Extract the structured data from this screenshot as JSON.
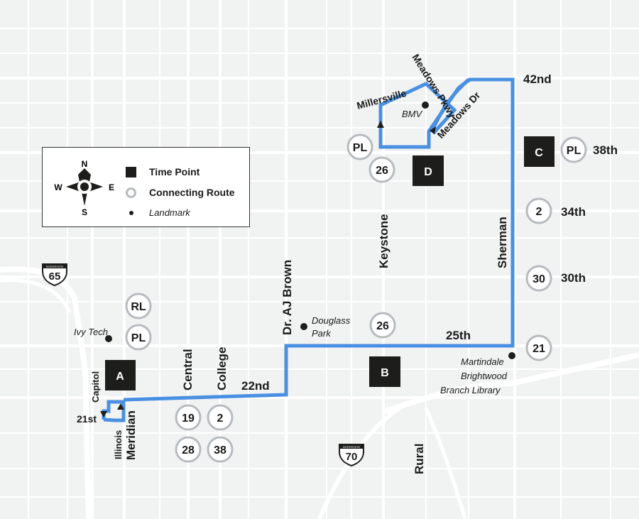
{
  "legend": {
    "compass": {
      "n": "N",
      "s": "S",
      "e": "E",
      "w": "W"
    },
    "time_point": "Time Point",
    "connecting_route": "Connecting Route",
    "landmark": "Landmark"
  },
  "streets": {
    "s42nd": "42nd",
    "s38th": "38th",
    "s34th": "34th",
    "s30th": "30th",
    "s25th": "25th",
    "s22nd": "22nd",
    "s21st": "21st",
    "sherman": "Sherman",
    "keystone": "Keystone",
    "dr_aj_brown": "Dr. AJ Brown",
    "central": "Central",
    "college": "College",
    "capitol": "Capitol",
    "illinois": "Illinois",
    "meridian": "Meridian",
    "rural": "Rural",
    "millersville": "Millersville",
    "meadows_pkwy": "Meadows Pkwy",
    "meadows_dr": "Meadows Dr"
  },
  "time_points": {
    "a": "A",
    "b": "B",
    "c": "C",
    "d": "D"
  },
  "connecting_routes": {
    "rl": "RL",
    "pl_ivy": "PL",
    "r19": "19",
    "r2_college": "2",
    "r28": "28",
    "r38": "38",
    "r26_25th": "26",
    "r21": "21",
    "r30": "30",
    "r2_34th": "2",
    "pl_38th": "PL",
    "pl_d": "PL",
    "r26_d": "26"
  },
  "landmarks": {
    "ivy_tech": "Ivy Tech",
    "douglass_park_1": "Douglass",
    "douglass_park_2": "Park",
    "bmv": "BMV",
    "library_1": "Martindale",
    "library_2": "Brightwood",
    "library_3": "Branch Library"
  },
  "highways": {
    "i65_label": "INTERSTATE",
    "i65": "65",
    "i70_label": "INTERSTATE",
    "i70": "70"
  },
  "colors": {
    "route": "#4a90e2",
    "time_point": "#1d1d1b",
    "connecting_ring": "#b7bbbf",
    "background": "#f1f2f2",
    "street": "#ffffff"
  }
}
